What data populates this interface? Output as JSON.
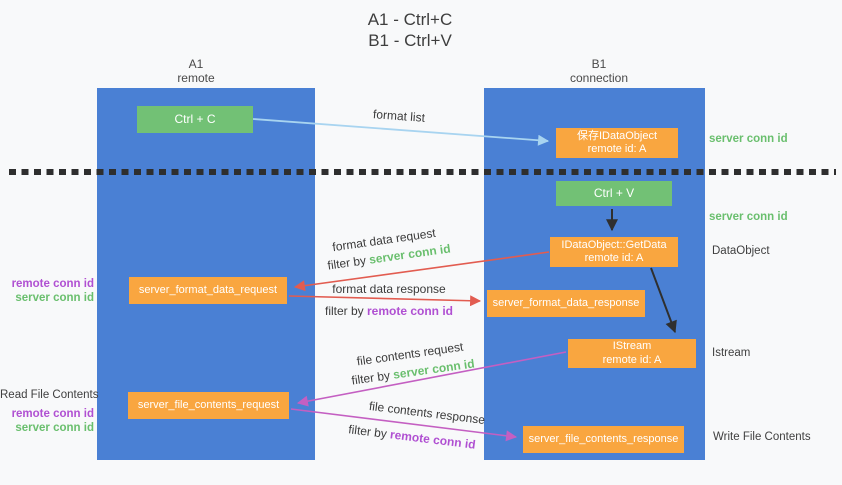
{
  "title": {
    "line1": "A1 - Ctrl+C",
    "line2": "B1 - Ctrl+V"
  },
  "columns": {
    "a1": {
      "name": "A1",
      "role": "remote"
    },
    "b1": {
      "name": "B1",
      "role": "connection"
    }
  },
  "nodes": {
    "ctrl_c": {
      "label": "Ctrl + C"
    },
    "save_dataobject": {
      "line1": "保存IDataObject",
      "line2": "remote id: A"
    },
    "ctrl_v": {
      "label": "Ctrl + V"
    },
    "getdata": {
      "line1": "IDataObject::GetData",
      "line2": "remote id: A"
    },
    "format_request": {
      "label": "server_format_data_request"
    },
    "format_response": {
      "label": "server_format_data_response"
    },
    "istream": {
      "line1": "IStream",
      "line2": "remote id: A"
    },
    "file_request": {
      "label": "server_file_contents_request"
    },
    "file_response": {
      "label": "server_file_contents_response"
    }
  },
  "edges": {
    "format_list": {
      "label": "format list"
    },
    "format_request": {
      "label": "format data request",
      "filter_prefix": "filter by ",
      "filter_key": "server conn id"
    },
    "format_response": {
      "label": "format data response",
      "filter_prefix": "filter by ",
      "filter_key": "remote conn id"
    },
    "file_request": {
      "label": "file contents request",
      "filter_prefix": "filter by ",
      "filter_key": "server conn id"
    },
    "file_response": {
      "label": "file contents response",
      "filter_prefix": "filter by ",
      "filter_key": "remote conn id"
    }
  },
  "side_labels": {
    "right_server_conn_1": "server conn id",
    "right_server_conn_2": "server conn id",
    "dataobject": "DataObject",
    "istream": "Istream",
    "write_file_contents": "Write File Contents",
    "left_remote_conn_1": "remote conn id",
    "left_server_conn_1": "server conn id",
    "read_file_contents": "Read File Contents",
    "left_remote_conn_2": "remote conn id",
    "left_server_conn_2": "server conn id"
  },
  "colors": {
    "lifeline_blue": "#4a80d4",
    "node_green": "#72c175",
    "node_orange": "#f9a640",
    "server_conn_green": "#6abf6e",
    "remote_conn_purple": "#b050d2",
    "arrow_red": "#e25c50",
    "arrow_magenta": "#c45fc2",
    "arrow_lightblue": "#a8d4f0",
    "arrow_black": "#2f2f2f",
    "separator_black": "#2e2e2e",
    "background": "#f8f9fa",
    "text_dark": "#3f3f3f"
  }
}
